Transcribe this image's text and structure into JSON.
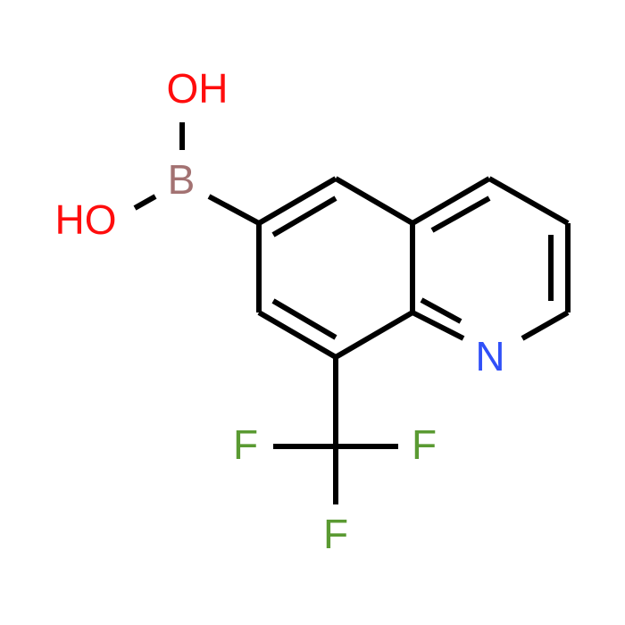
{
  "molecule": {
    "atoms": {
      "oh_top": {
        "label": "OH",
        "color": "#ff0d0d"
      },
      "boron": {
        "label": "B",
        "color": "#a37272"
      },
      "oh_left": {
        "label": "HO",
        "color": "#ff0d0d"
      },
      "nitrogen": {
        "label": "N",
        "color": "#3050f8"
      },
      "fluorine_left": {
        "label": "F",
        "color": "#5a9a32"
      },
      "fluorine_right": {
        "label": "F",
        "color": "#5a9a32"
      },
      "fluorine_bottom": {
        "label": "F",
        "color": "#5a9a32"
      }
    },
    "bond_color": "#000000"
  }
}
